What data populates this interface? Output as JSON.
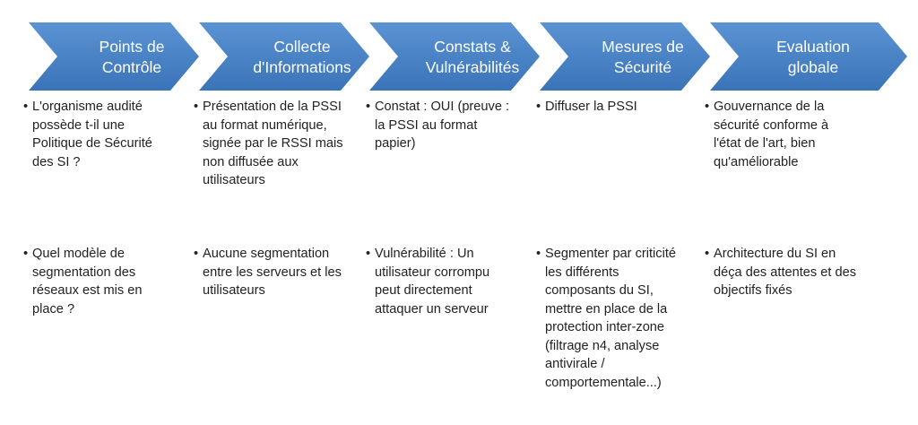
{
  "colors": {
    "chevron": "#3f7bc1",
    "chevron_light": "#5b93d3",
    "text": "#222222"
  },
  "steps": [
    {
      "label": "Points de\nContrôle"
    },
    {
      "label": "Collecte\nd'Informations"
    },
    {
      "label": "Constats &\nVulnérabilités"
    },
    {
      "label": "Mesures de\nSécurité"
    },
    {
      "label": "Evaluation\nglobale"
    }
  ],
  "rows": [
    [
      "L'organisme audité possède t-il une Politique de Sécurité des SI ?",
      "Présentation de la PSSI au format numérique, signée par le RSSI mais non diffusée aux utilisateurs",
      "Constat : OUI (preuve : la PSSI au format papier)",
      "Diffuser la PSSI",
      "Gouvernance de la sécurité conforme à l'état de l'art, bien qu'améliorable"
    ],
    [
      "Quel modèle de segmentation des réseaux est mis en place ?",
      "Aucune segmentation entre les serveurs et les utilisateurs",
      "Vulnérabilité : Un utilisateur corrompu peut directement attaquer un serveur",
      "Segmenter par criticité les différents composants du SI, mettre en place de la protection inter-zone (filtrage n4, analyse antivirale / comportementale...)",
      "Architecture du SI en déça des attentes et des objectifs fixés"
    ]
  ]
}
